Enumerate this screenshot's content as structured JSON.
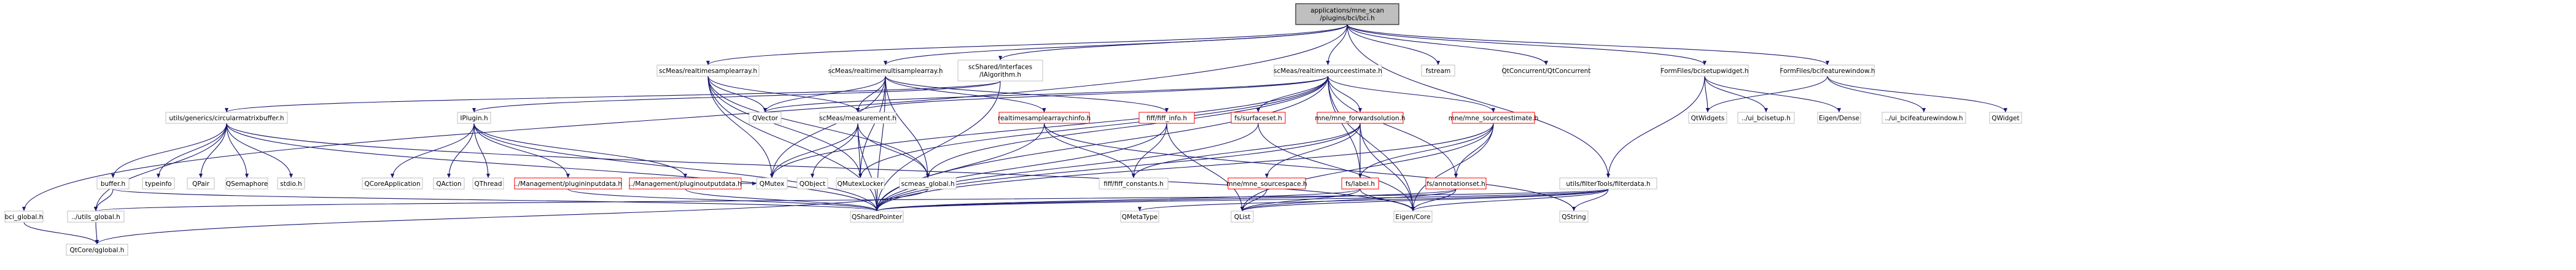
{
  "title": "applications/mne_scan/plugins/bci/bci.h include dependency graph",
  "colors": {
    "edge": "#191970",
    "node_border": "#bfbfbf",
    "node_border_missing": "#ff0000",
    "node_fill": "#ffffff",
    "root_fill": "#bfbfbf",
    "root_border": "#000000",
    "text": "#000000"
  },
  "nodes": [
    {
      "id": "root",
      "label": "applications/mne_scan\n/plugins/bci/bci.h",
      "kind": "root"
    },
    {
      "id": "scShared",
      "label": "scShared/Interfaces\n/IAlgorithm.h",
      "kind": "normal"
    },
    {
      "id": "rtArr",
      "label": "scMeas/realtimesamplearray.h",
      "kind": "normal"
    },
    {
      "id": "rtMulti",
      "label": "scMeas/realtimemultisamplearray.h",
      "kind": "normal"
    },
    {
      "id": "rtSrc",
      "label": "scMeas/realtimesourceestimate.h",
      "kind": "normal"
    },
    {
      "id": "fstream",
      "label": "fstream",
      "kind": "normal"
    },
    {
      "id": "qtConc",
      "label": "QtConcurrent/QtConcurrent",
      "kind": "normal"
    },
    {
      "id": "bciSetup",
      "label": "FormFiles/bcisetupwidget.h",
      "kind": "normal"
    },
    {
      "id": "bciFeat",
      "label": "FormFiles/bcifeaturewindow.h",
      "kind": "normal"
    },
    {
      "id": "circBuf",
      "label": "utils/generics/circularmatrixbuffer.h",
      "kind": "normal"
    },
    {
      "id": "iplugin",
      "label": "IPlugin.h",
      "kind": "normal"
    },
    {
      "id": "qvector",
      "label": "QVector",
      "kind": "normal"
    },
    {
      "id": "measurement",
      "label": "scMeas/measurement.h",
      "kind": "normal"
    },
    {
      "id": "rtChInfo",
      "label": "realtimesamplearraychinfo.h",
      "kind": "missing"
    },
    {
      "id": "fiffInfo",
      "label": "fiff/fiff_info.h",
      "kind": "missing"
    },
    {
      "id": "fsSurf",
      "label": "fs/surfaceset.h",
      "kind": "missing"
    },
    {
      "id": "mneFwd",
      "label": "mne/mne_forwardsolution.h",
      "kind": "missing"
    },
    {
      "id": "mneSrcEst",
      "label": "mne/mne_sourceestimate.h",
      "kind": "missing"
    },
    {
      "id": "filterData",
      "label": "utils/filterTools/filterdata.h",
      "kind": "normal"
    },
    {
      "id": "qtWidgets",
      "label": "QtWidgets",
      "kind": "normal"
    },
    {
      "id": "uiSetup",
      "label": "../ui_bcisetup.h",
      "kind": "normal"
    },
    {
      "id": "eigenDense",
      "label": "Eigen/Dense",
      "kind": "normal"
    },
    {
      "id": "uiFeat",
      "label": "../ui_bcifeaturewindow.h",
      "kind": "normal"
    },
    {
      "id": "qwidget",
      "label": "QWidget",
      "kind": "normal"
    },
    {
      "id": "buffer",
      "label": "buffer.h",
      "kind": "normal"
    },
    {
      "id": "typeinfo",
      "label": "typeinfo",
      "kind": "normal"
    },
    {
      "id": "qpair",
      "label": "QPair",
      "kind": "normal"
    },
    {
      "id": "qsemaphore",
      "label": "QSemaphore",
      "kind": "normal"
    },
    {
      "id": "stdio",
      "label": "stdio.h",
      "kind": "normal"
    },
    {
      "id": "qcoreapp",
      "label": "QCoreApplication",
      "kind": "normal"
    },
    {
      "id": "qaction",
      "label": "QAction",
      "kind": "normal"
    },
    {
      "id": "qthread",
      "label": "QThread",
      "kind": "normal"
    },
    {
      "id": "pluginIn",
      "label": "../Management/plugininputdata.h",
      "kind": "missing"
    },
    {
      "id": "pluginOut",
      "label": "../Management/pluginoutputdata.h",
      "kind": "missing"
    },
    {
      "id": "qmutex",
      "label": "QMutex",
      "kind": "normal"
    },
    {
      "id": "qobject",
      "label": "QObject",
      "kind": "normal"
    },
    {
      "id": "qmutexlocker",
      "label": "QMutexLocker",
      "kind": "normal"
    },
    {
      "id": "scmeasGlobal",
      "label": "scmeas_global.h",
      "kind": "normal"
    },
    {
      "id": "fiffConst",
      "label": "fiff/fiff_constants.h",
      "kind": "normal"
    },
    {
      "id": "mneSrcSpace",
      "label": "mne/mne_sourcespace.h",
      "kind": "missing"
    },
    {
      "id": "fsLabel",
      "label": "fs/label.h",
      "kind": "missing"
    },
    {
      "id": "fsAnnot",
      "label": "fs/annotationset.h",
      "kind": "missing"
    },
    {
      "id": "bciGlobal",
      "label": "bci_global.h",
      "kind": "normal"
    },
    {
      "id": "utilsGlobal",
      "label": "../utils_global.h",
      "kind": "normal"
    },
    {
      "id": "qshared",
      "label": "QSharedPointer",
      "kind": "normal"
    },
    {
      "id": "qmetatype",
      "label": "QMetaType",
      "kind": "normal"
    },
    {
      "id": "qlist",
      "label": "QList",
      "kind": "normal"
    },
    {
      "id": "eigenCore",
      "label": "Eigen/Core",
      "kind": "normal"
    },
    {
      "id": "qstring",
      "label": "QString",
      "kind": "normal"
    },
    {
      "id": "qtcoreGlobal",
      "label": "QtCore/qglobal.h",
      "kind": "normal"
    }
  ],
  "edges": [
    [
      "root",
      "scShared"
    ],
    [
      "root",
      "rtArr"
    ],
    [
      "root",
      "rtMulti"
    ],
    [
      "root",
      "rtSrc"
    ],
    [
      "root",
      "fstream"
    ],
    [
      "root",
      "qtConc"
    ],
    [
      "root",
      "bciSetup"
    ],
    [
      "root",
      "bciFeat"
    ],
    [
      "root",
      "bciGlobal"
    ],
    [
      "root",
      "filterData"
    ],
    [
      "scShared",
      "circBuf"
    ],
    [
      "scShared",
      "iplugin"
    ],
    [
      "scShared",
      "qshared"
    ],
    [
      "rtArr",
      "qvector"
    ],
    [
      "rtArr",
      "measurement"
    ],
    [
      "rtArr",
      "qmutex"
    ],
    [
      "rtArr",
      "qmutexlocker"
    ],
    [
      "rtArr",
      "qshared"
    ],
    [
      "rtArr",
      "scmeasGlobal"
    ],
    [
      "rtMulti",
      "qvector"
    ],
    [
      "rtMulti",
      "measurement"
    ],
    [
      "rtMulti",
      "rtChInfo"
    ],
    [
      "rtMulti",
      "fiffInfo"
    ],
    [
      "rtMulti",
      "qmutex"
    ],
    [
      "rtMulti",
      "qmutexlocker"
    ],
    [
      "rtMulti",
      "qshared"
    ],
    [
      "rtMulti",
      "scmeasGlobal"
    ],
    [
      "rtSrc",
      "qvector"
    ],
    [
      "rtSrc",
      "measurement"
    ],
    [
      "rtSrc",
      "fsSurf"
    ],
    [
      "rtSrc",
      "mneFwd"
    ],
    [
      "rtSrc",
      "mneSrcEst"
    ],
    [
      "rtSrc",
      "fsLabel"
    ],
    [
      "rtSrc",
      "fsAnnot"
    ],
    [
      "rtSrc",
      "qmutex"
    ],
    [
      "rtSrc",
      "qmutexlocker"
    ],
    [
      "rtSrc",
      "qshared"
    ],
    [
      "rtSrc",
      "scmeasGlobal"
    ],
    [
      "rtSrc",
      "eigenCore"
    ],
    [
      "bciSetup",
      "qtWidgets"
    ],
    [
      "bciSetup",
      "uiSetup"
    ],
    [
      "bciSetup",
      "eigenDense"
    ],
    [
      "bciSetup",
      "filterData"
    ],
    [
      "bciFeat",
      "uiFeat"
    ],
    [
      "bciFeat",
      "qwidget"
    ],
    [
      "bciFeat",
      "qtWidgets"
    ],
    [
      "circBuf",
      "buffer"
    ],
    [
      "circBuf",
      "typeinfo"
    ],
    [
      "circBuf",
      "qpair"
    ],
    [
      "circBuf",
      "qsemaphore"
    ],
    [
      "circBuf",
      "stdio"
    ],
    [
      "circBuf",
      "qshared"
    ],
    [
      "circBuf",
      "utilsGlobal"
    ],
    [
      "circBuf",
      "eigenCore"
    ],
    [
      "buffer",
      "utilsGlobal"
    ],
    [
      "buffer",
      "qshared"
    ],
    [
      "utilsGlobal",
      "qtcoreGlobal"
    ],
    [
      "bciGlobal",
      "qtcoreGlobal"
    ],
    [
      "scmeasGlobal",
      "qtcoreGlobal"
    ],
    [
      "iplugin",
      "qcoreapp"
    ],
    [
      "iplugin",
      "qaction"
    ],
    [
      "iplugin",
      "qthread"
    ],
    [
      "iplugin",
      "pluginIn"
    ],
    [
      "iplugin",
      "pluginOut"
    ],
    [
      "iplugin",
      "qshared"
    ],
    [
      "pluginIn",
      "qshared"
    ],
    [
      "pluginOut",
      "qshared"
    ],
    [
      "pluginOut",
      "qmutex"
    ],
    [
      "measurement",
      "qobject"
    ],
    [
      "measurement",
      "qmutex"
    ],
    [
      "measurement",
      "qmutexlocker"
    ],
    [
      "measurement",
      "qshared"
    ],
    [
      "measurement",
      "scmeasGlobal"
    ],
    [
      "rtChInfo",
      "qshared"
    ],
    [
      "rtChInfo",
      "fiffConst"
    ],
    [
      "rtChInfo",
      "qstring"
    ],
    [
      "fiffInfo",
      "qshared"
    ],
    [
      "fiffInfo",
      "qlist"
    ],
    [
      "fiffInfo",
      "fiffConst"
    ],
    [
      "fsSurf",
      "qshared"
    ],
    [
      "fsSurf",
      "eigenCore"
    ],
    [
      "mneFwd",
      "fiffConst"
    ],
    [
      "mneFwd",
      "mneSrcSpace"
    ],
    [
      "mneFwd",
      "fsLabel"
    ],
    [
      "mneFwd",
      "qshared"
    ],
    [
      "mneFwd",
      "eigenCore"
    ],
    [
      "mneSrcEst",
      "fsLabel"
    ],
    [
      "mneSrcEst",
      "fsAnnot"
    ],
    [
      "mneSrcEst",
      "qshared"
    ],
    [
      "mneSrcEst",
      "qlist"
    ],
    [
      "mneSrcEst",
      "eigenCore"
    ],
    [
      "mneSrcSpace",
      "qlist"
    ],
    [
      "fsLabel",
      "qshared"
    ],
    [
      "fsLabel",
      "eigenCore"
    ],
    [
      "fsLabel",
      "qlist"
    ],
    [
      "fsAnnot",
      "qshared"
    ],
    [
      "fsAnnot",
      "eigenCore"
    ],
    [
      "fsAnnot",
      "qlist"
    ],
    [
      "filterData",
      "utilsGlobal"
    ],
    [
      "filterData",
      "qshared"
    ],
    [
      "filterData",
      "qmetatype"
    ],
    [
      "filterData",
      "qlist"
    ],
    [
      "filterData",
      "eigenCore"
    ],
    [
      "filterData",
      "qstring"
    ]
  ]
}
